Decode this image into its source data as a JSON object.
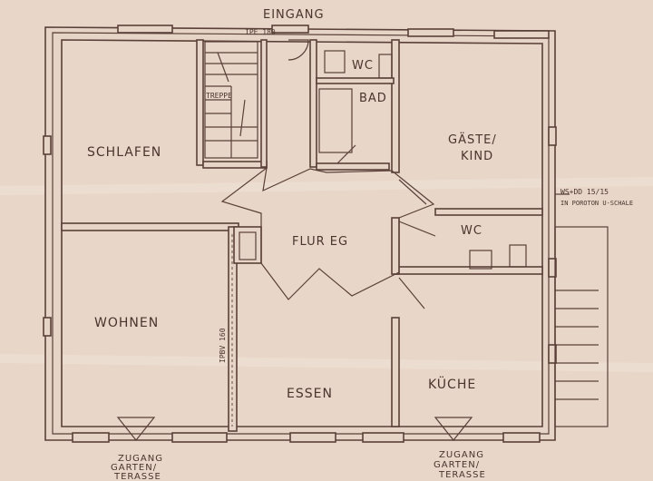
{
  "labels": {
    "entrance": "EINGANG",
    "beam_top": "IPE 180",
    "stairs": "TREPPE",
    "wc_top": "WC",
    "bath": "BAD",
    "bedroom": "SCHLAFEN",
    "guest_line1": "GÄSTE/",
    "guest_line2": "KIND",
    "hall": "FLUR EG",
    "wc_side": "WC",
    "living": "WOHNEN",
    "dining": "ESSEN",
    "kitchen": "KÜCHE",
    "beam_side": "IPBV 160",
    "lintel_line1": "WS+DD 15/15",
    "lintel_line2": "IN POROTON U-SCHALE",
    "access_left_line1": "ZUGANG",
    "access_left_line2": "GARTEN/",
    "access_left_line3": "TERASSE",
    "access_right_line1": "ZUGANG",
    "access_right_line2": "GARTEN/",
    "access_right_line3": "TERASSE"
  }
}
